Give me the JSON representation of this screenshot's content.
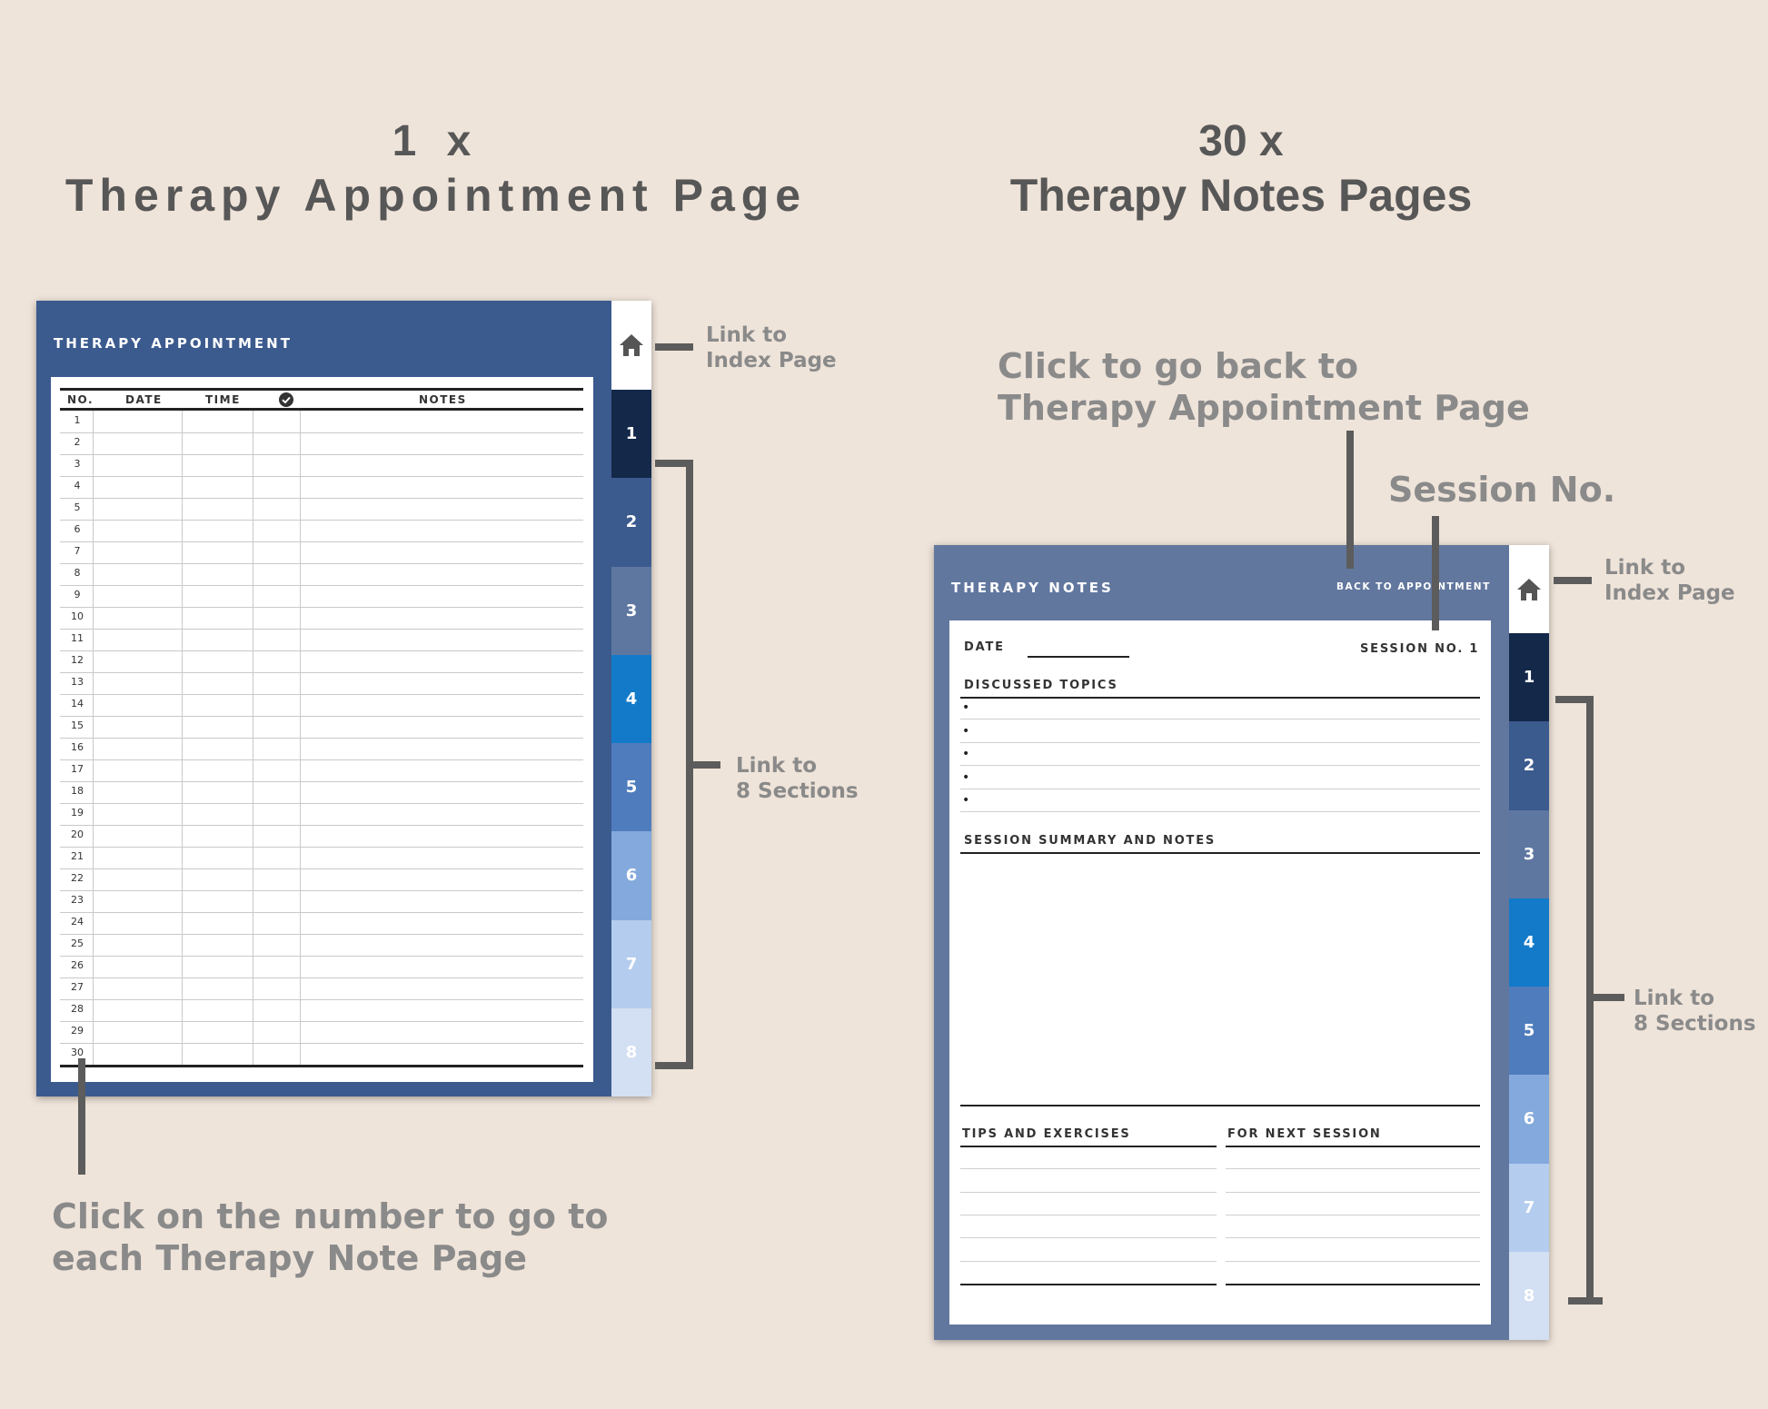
{
  "left_heading": {
    "line1": "1  x",
    "line2": "Therapy Appointment Page"
  },
  "right_heading": {
    "line1": "30 x",
    "line2": "Therapy Notes Pages"
  },
  "appointment_page": {
    "title": "THERAPY APPOINTMENT",
    "columns": [
      "NO.",
      "DATE",
      "TIME",
      "check-circle-icon",
      "NOTES"
    ],
    "rows": [
      "1",
      "2",
      "3",
      "4",
      "5",
      "6",
      "7",
      "8",
      "9",
      "10",
      "11",
      "12",
      "13",
      "14",
      "15",
      "16",
      "17",
      "18",
      "19",
      "20",
      "21",
      "22",
      "23",
      "24",
      "25",
      "26",
      "27",
      "28",
      "29",
      "30"
    ],
    "tabs": [
      "1",
      "2",
      "3",
      "4",
      "5",
      "6",
      "7",
      "8"
    ],
    "tab_colors": [
      "#14284a",
      "#3b5a8e",
      "#5e77a0",
      "#137ac9",
      "#4f7cbd",
      "#84a9dc",
      "#b4cdee",
      "#d3dff2"
    ],
    "header_color": "#3b5a8e",
    "home_icon": "home-icon"
  },
  "notes_page": {
    "title": "THERAPY NOTES",
    "back_link": "BACK TO APPOINTMENT",
    "date_label": "DATE",
    "session_label": "SESSION NO. 1",
    "discussed_label": "DISCUSSED TOPICS",
    "summary_label": "SESSION SUMMARY AND NOTES",
    "tips_label": "TIPS AND EXERCISES",
    "next_label": "FOR NEXT SESSION",
    "bullet": "•",
    "tabs": [
      "1",
      "2",
      "3",
      "4",
      "5",
      "6",
      "7",
      "8"
    ],
    "tab_colors": [
      "#14284a",
      "#3b5a8e",
      "#5e77a0",
      "#137ac9",
      "#4f7cbd",
      "#84a9dc",
      "#b4cdee",
      "#d3dff2"
    ],
    "header_color": "#62779e",
    "home_icon": "home-icon"
  },
  "callouts": {
    "left_index": [
      "Link to",
      "Index Page"
    ],
    "left_sections": [
      "Link to",
      "8 Sections"
    ],
    "click_number": [
      "Click on the number to go to",
      "each Therapy Note Page"
    ],
    "back_to": [
      "Click to go back to",
      "Therapy Appointment Page"
    ],
    "session_no": "Session No.",
    "right_index": [
      "Link to",
      "Index Page"
    ],
    "right_sections": [
      "Link to",
      "8 Sections"
    ]
  }
}
